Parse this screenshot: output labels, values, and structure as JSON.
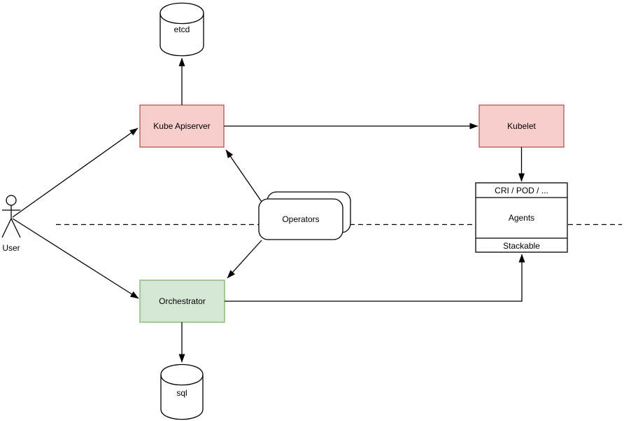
{
  "diagram": {
    "type": "architecture-diagram",
    "colors": {
      "background": "#ffffff",
      "line": "#000000",
      "pink_fill": "#f8cecc",
      "pink_stroke": "#b85450",
      "green_fill": "#d5e8d4",
      "green_stroke": "#82b366",
      "plain_fill": "#ffffff",
      "plain_stroke": "#000000"
    },
    "nodes": {
      "user": {
        "label": "User",
        "shape": "actor"
      },
      "etcd": {
        "label": "etcd",
        "shape": "cylinder"
      },
      "kube_apiserver": {
        "label": "Kube Apiserver",
        "shape": "rectangle",
        "fill": "#f8cecc",
        "stroke": "#b85450"
      },
      "kubelet": {
        "label": "Kubelet",
        "shape": "rectangle",
        "fill": "#f8cecc",
        "stroke": "#b85450"
      },
      "operators": {
        "label": "Operators",
        "shape": "stacked-rounded-rectangle"
      },
      "orchestrator": {
        "label": "Orchestrator",
        "shape": "rectangle",
        "fill": "#d5e8d4",
        "stroke": "#82b366"
      },
      "agents": {
        "header": "CRI / POD / ...",
        "body": "Agents",
        "footer": "Stackable",
        "shape": "list"
      },
      "sql": {
        "label": "sql",
        "shape": "cylinder"
      }
    },
    "edges": [
      {
        "from": "user",
        "to": "kube_apiserver",
        "style": "arrow"
      },
      {
        "from": "user",
        "to": "orchestrator",
        "style": "arrow"
      },
      {
        "from": "kube_apiserver",
        "to": "etcd",
        "style": "arrow"
      },
      {
        "from": "kube_apiserver",
        "to": "kubelet",
        "style": "arrow"
      },
      {
        "from": "kubelet",
        "to": "agents",
        "style": "arrow"
      },
      {
        "from": "operators",
        "to": "kube_apiserver",
        "style": "arrow"
      },
      {
        "from": "operators",
        "to": "orchestrator",
        "style": "arrow"
      },
      {
        "from": "orchestrator",
        "to": "sql",
        "style": "arrow"
      },
      {
        "from": "orchestrator",
        "to": "agents",
        "style": "arrow"
      }
    ],
    "separator": {
      "style": "dashed-horizontal-line"
    }
  }
}
